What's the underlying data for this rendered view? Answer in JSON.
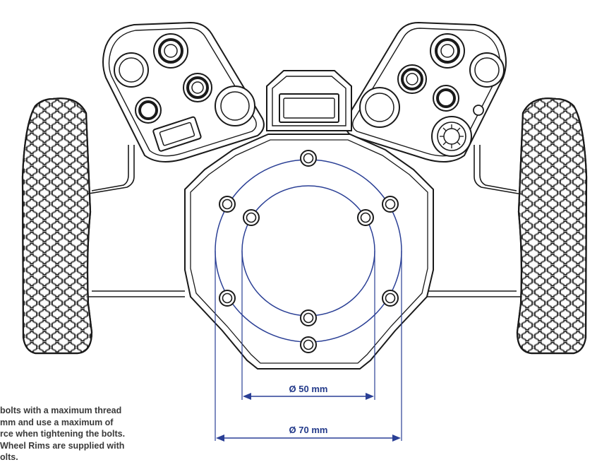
{
  "diagram": {
    "dimensions": {
      "inner_diameter_label": "Ø 50 mm",
      "outer_diameter_label": "Ø 70 mm"
    },
    "notes": {
      "line1": "bolts with a maximum thread",
      "line2": " mm and use a maximum of",
      "line3": "rce when tightening the bolts.",
      "line4": " Wheel Rims are supplied with",
      "line5": "olts."
    },
    "colors": {
      "outline": "#1a1a1a",
      "dimension": "#2a3f95",
      "background": "#ffffff"
    }
  }
}
